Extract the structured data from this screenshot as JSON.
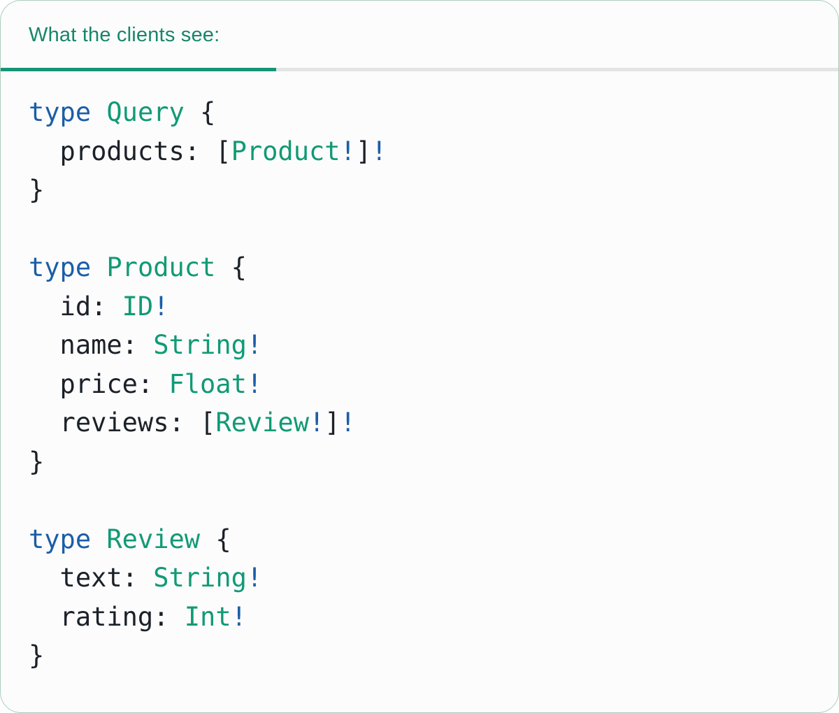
{
  "tab": {
    "label": "What the clients see:"
  },
  "colors": {
    "card_bg": "#fcfcfc",
    "card_border": "#aacfbd",
    "tab_text_teal": "#17866b",
    "tab_indicator_teal": "#179478",
    "tab_track_gray": "#e4e4e4",
    "code_plain": "#1b2128",
    "code_keyword_blue": "#1b5ea8",
    "code_type_teal": "#119a75",
    "code_bang_blue": "#1b5ea8"
  },
  "code": {
    "language": "graphql",
    "lines": [
      [
        {
          "t": "kw",
          "s": "type"
        },
        {
          "t": "pl",
          "s": " "
        },
        {
          "t": "ty",
          "s": "Query"
        },
        {
          "t": "pl",
          "s": " {"
        }
      ],
      [
        {
          "t": "pl",
          "s": "  products: ["
        },
        {
          "t": "ty",
          "s": "Product"
        },
        {
          "t": "bang",
          "s": "!"
        },
        {
          "t": "pl",
          "s": "]"
        },
        {
          "t": "bang",
          "s": "!"
        }
      ],
      [
        {
          "t": "pl",
          "s": "}"
        }
      ],
      [],
      [
        {
          "t": "kw",
          "s": "type"
        },
        {
          "t": "pl",
          "s": " "
        },
        {
          "t": "ty",
          "s": "Product"
        },
        {
          "t": "pl",
          "s": " {"
        }
      ],
      [
        {
          "t": "pl",
          "s": "  id: "
        },
        {
          "t": "ty",
          "s": "ID"
        },
        {
          "t": "bang",
          "s": "!"
        }
      ],
      [
        {
          "t": "pl",
          "s": "  name: "
        },
        {
          "t": "ty",
          "s": "String"
        },
        {
          "t": "bang",
          "s": "!"
        }
      ],
      [
        {
          "t": "pl",
          "s": "  price: "
        },
        {
          "t": "ty",
          "s": "Float"
        },
        {
          "t": "bang",
          "s": "!"
        }
      ],
      [
        {
          "t": "pl",
          "s": "  reviews: ["
        },
        {
          "t": "ty",
          "s": "Review"
        },
        {
          "t": "bang",
          "s": "!"
        },
        {
          "t": "pl",
          "s": "]"
        },
        {
          "t": "bang",
          "s": "!"
        }
      ],
      [
        {
          "t": "pl",
          "s": "}"
        }
      ],
      [],
      [
        {
          "t": "kw",
          "s": "type"
        },
        {
          "t": "pl",
          "s": " "
        },
        {
          "t": "ty",
          "s": "Review"
        },
        {
          "t": "pl",
          "s": " {"
        }
      ],
      [
        {
          "t": "pl",
          "s": "  text: "
        },
        {
          "t": "ty",
          "s": "String"
        },
        {
          "t": "bang",
          "s": "!"
        }
      ],
      [
        {
          "t": "pl",
          "s": "  rating: "
        },
        {
          "t": "ty",
          "s": "Int"
        },
        {
          "t": "bang",
          "s": "!"
        }
      ],
      [
        {
          "t": "pl",
          "s": "}"
        }
      ]
    ]
  }
}
